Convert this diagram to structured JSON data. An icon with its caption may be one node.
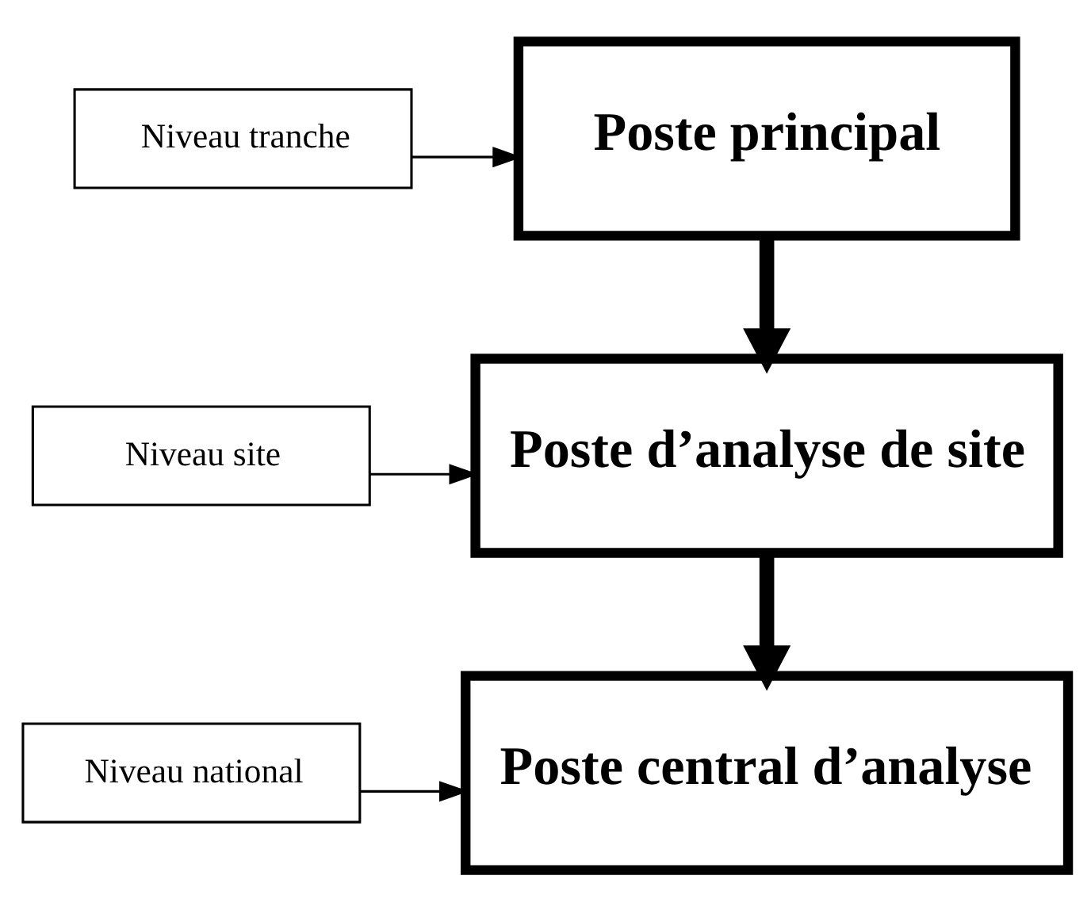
{
  "diagram": {
    "nodes": [
      {
        "text": [
          "Niveau tranche"
        ]
      },
      {
        "text": [
          "Poste principal"
        ]
      },
      {
        "text": [
          "Niveau site"
        ]
      },
      {
        "text": [
          "Poste d’analyse de site"
        ]
      },
      {
        "text": [
          "Niveau national"
        ]
      },
      {
        "text": [
          "Poste central d’analyse"
        ]
      }
    ],
    "edges": [
      {
        "from": 0,
        "to": 1,
        "arrow": "to"
      },
      {
        "from": 1,
        "to": 3,
        "arrow": "to",
        "style": "thick"
      },
      {
        "from": 2,
        "to": 3,
        "arrow": "to"
      },
      {
        "from": 3,
        "to": 5,
        "arrow": "to",
        "style": "thick"
      },
      {
        "from": 4,
        "to": 5,
        "arrow": "to"
      }
    ]
  }
}
